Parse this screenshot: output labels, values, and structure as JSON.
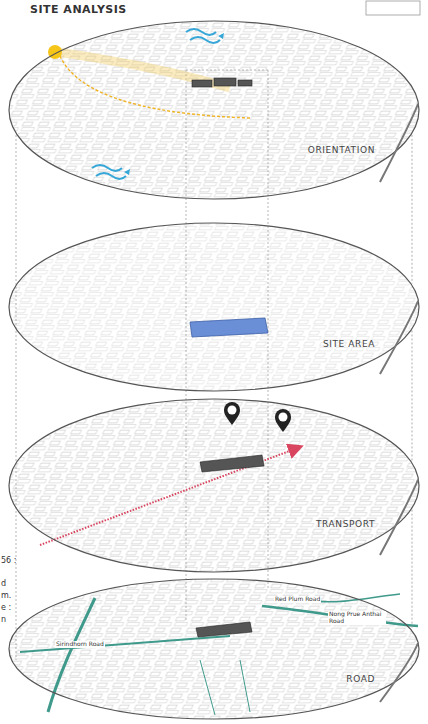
{
  "diagram": {
    "title": "SITE ANALYSIS",
    "nodes": [
      {
        "text": [
          "ORIENTATION"
        ]
      },
      {
        "text": [
          "SITE AREA"
        ]
      },
      {
        "text": [
          "TRANSPORT"
        ]
      },
      {
        "text": [
          "ROAD"
        ]
      }
    ],
    "edges": [
      {
        "from": 0,
        "to": 1,
        "arrow": "none"
      },
      {
        "from": 1,
        "to": 2,
        "arrow": "none"
      },
      {
        "from": 2,
        "to": 3,
        "arrow": "none"
      }
    ],
    "labels": [
      "56 :",
      "d",
      "m.",
      "e :",
      "n",
      "Red Plum Road",
      "Nong Prue Anthai Road",
      "Sirindhorn Road"
    ]
  }
}
